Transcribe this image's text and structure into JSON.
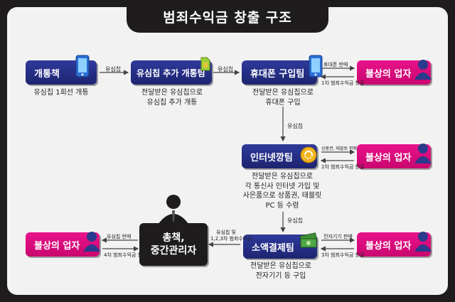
{
  "title": "범죄수익금 창출 구조",
  "nodes": {
    "open_team": "개통책",
    "extra_open_team": "유심칩 추가 개통팀",
    "phone_buy_team": "휴대폰 구입팀",
    "internet_team": "인터넷깡팀",
    "micropay_team": "소액결제팀",
    "manager_line1": "총책,",
    "manager_line2": "중간관리자",
    "illegal_vendor": "불상의 업자"
  },
  "captions": {
    "open_team": "유심칩 1회선 개통",
    "extra_open_line1": "전달받은 유심칩으로",
    "extra_open_line2": "유심칩 추가 개통",
    "phone_buy_line1": "전달받은 유심칩으로",
    "phone_buy_line2": "휴대폰 구입",
    "internet_line1": "전달받은 유심칩으로",
    "internet_line2": "각 통신사 인터넷 가입 및",
    "internet_line3": "사은품으로 상품권, 태블릿",
    "internet_line4": "PC 등 수령",
    "micropay_line1": "전달받은 유심칩으로",
    "micropay_line2": "전자기기 등 구입"
  },
  "edges": {
    "usim": "유심칩",
    "phone_sale": "휴대폰 판매",
    "profit1": "1차 범죄수익금 창출",
    "gift_tablet_sale": "상품권, 태블릿 판매",
    "profit2": "2차 범죄수익금 창출",
    "device_sale": "전자기기 판매",
    "profit3": "3차 범죄수익금 창출",
    "usim_and": "유심칩 및",
    "profits_123": "1,2,3차 범죄수익금",
    "usim_sale": "유심칩 판매",
    "profit4": "4차 범죄수익금 창출"
  },
  "colors": {
    "team_blue": "#1d2470",
    "vendor_pink": "#d30a7b",
    "background": "#1e1c1c"
  }
}
